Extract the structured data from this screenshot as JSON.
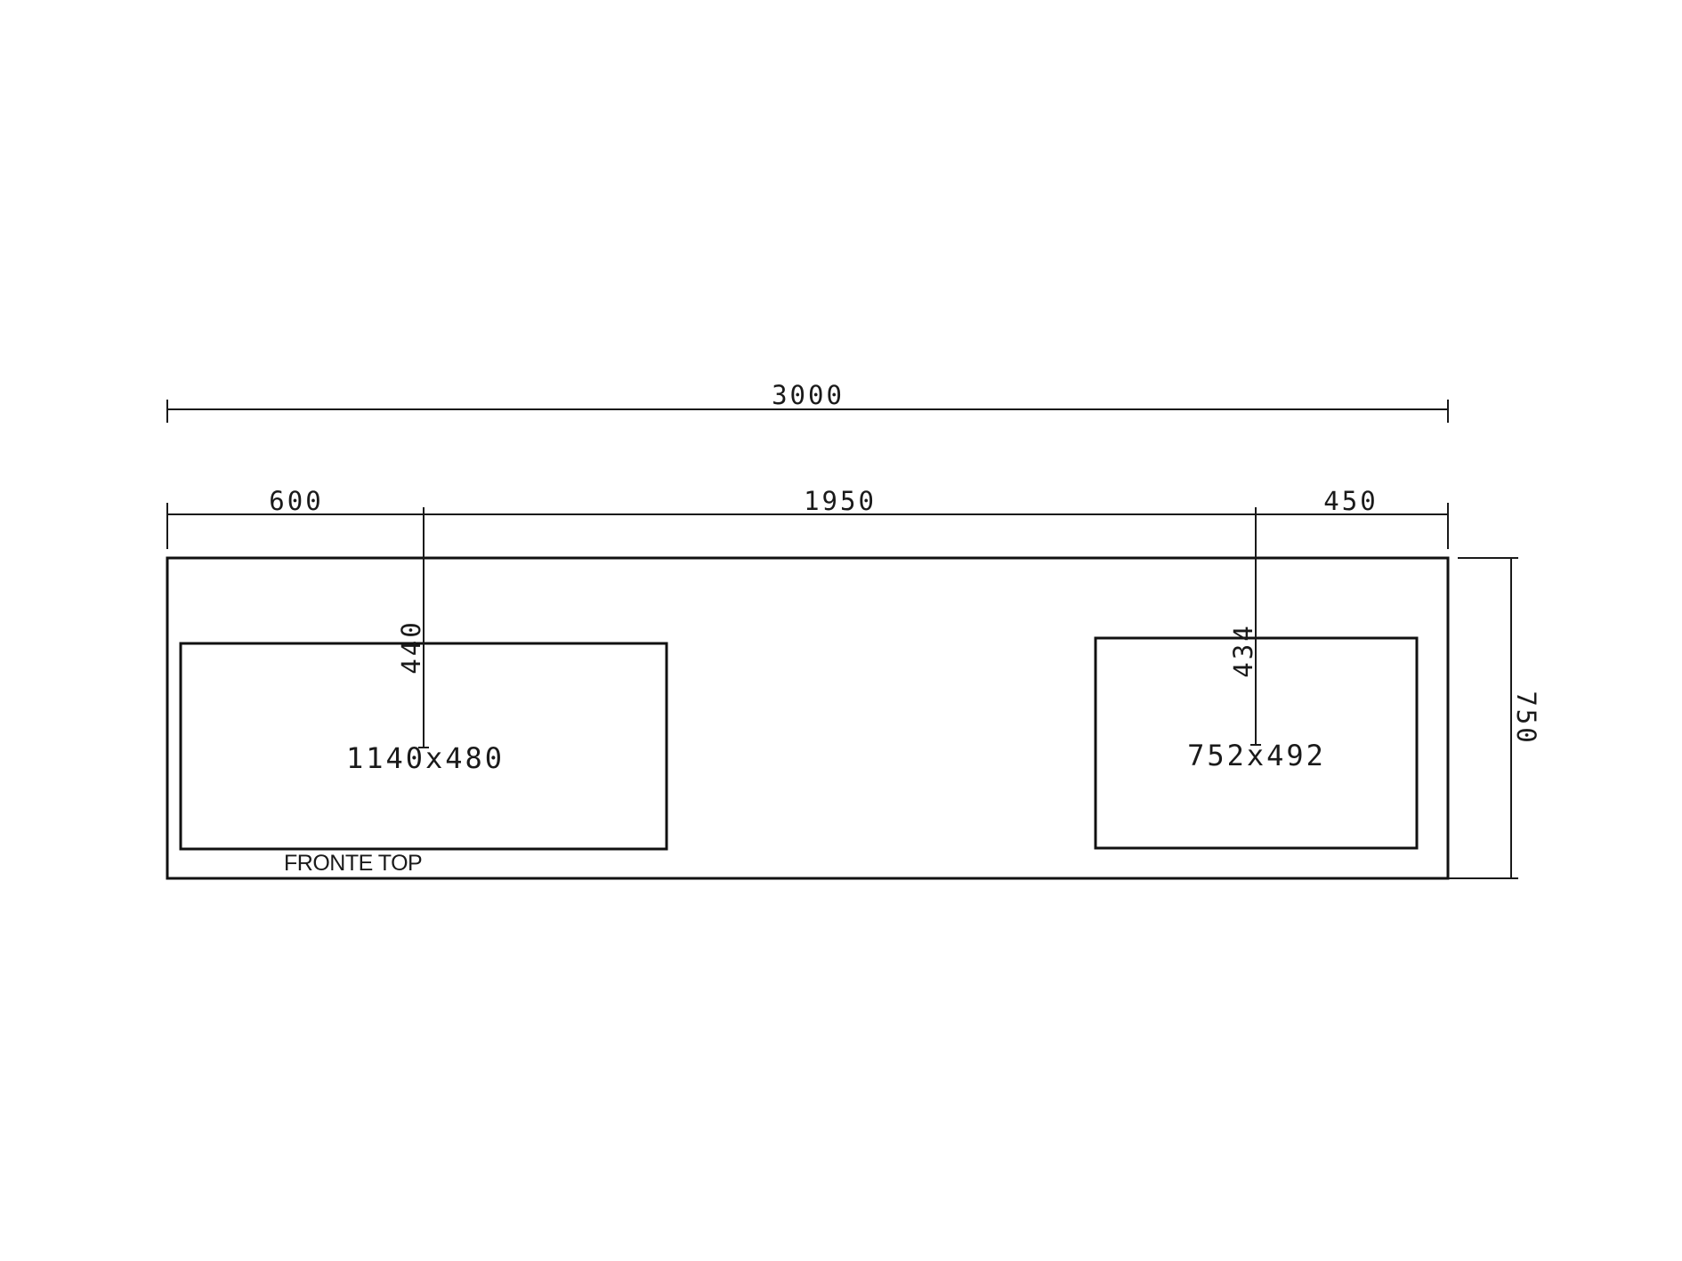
{
  "dimensions": {
    "overall_width": "3000",
    "left_offset": "600",
    "center_span": "1950",
    "right_offset": "450",
    "depth": "750",
    "left_sink_depth": "440",
    "right_sink_depth": "434"
  },
  "sinks": {
    "left": {
      "size": "1140x480"
    },
    "right": {
      "size": "752x492"
    }
  },
  "labels": {
    "front": "FRONTE TOP"
  }
}
